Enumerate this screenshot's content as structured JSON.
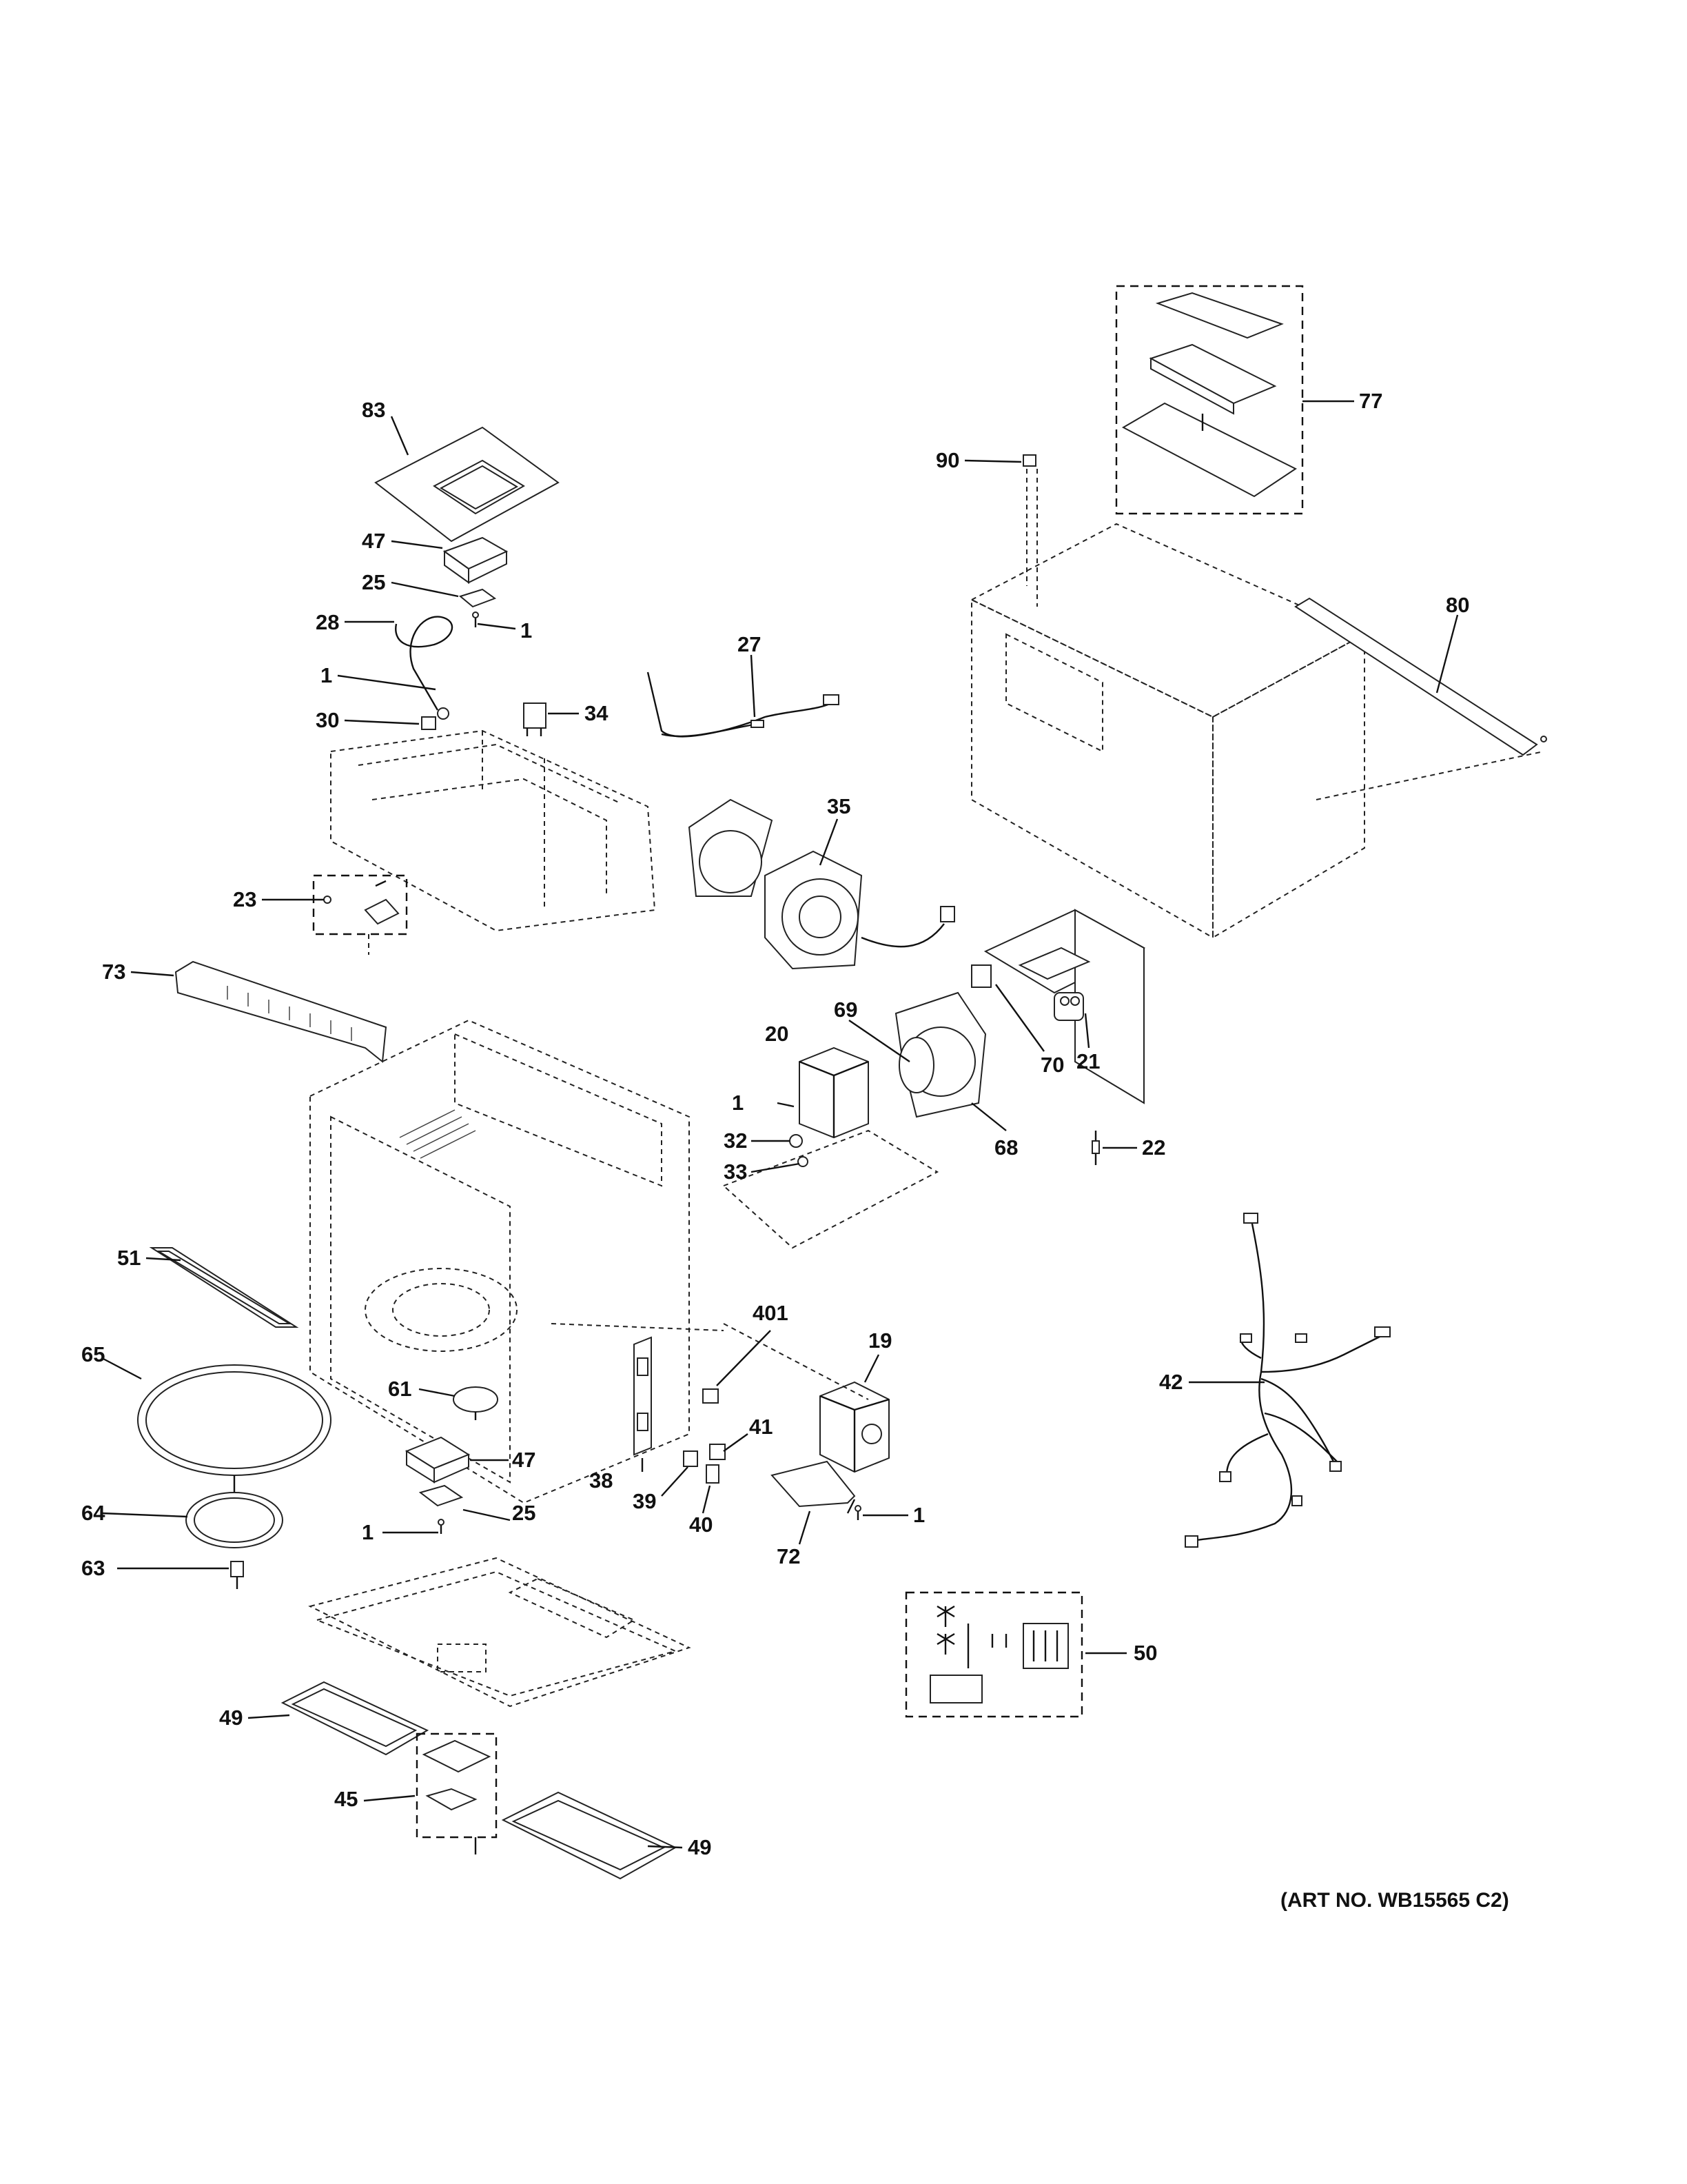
{
  "diagram": {
    "art_number": "(ART NO. WB15565 C2)",
    "callouts": [
      {
        "id": "c83",
        "text": "83"
      },
      {
        "id": "c47a",
        "text": "47"
      },
      {
        "id": "c25a",
        "text": "25"
      },
      {
        "id": "c1a",
        "text": "1"
      },
      {
        "id": "c28",
        "text": "28"
      },
      {
        "id": "c1b",
        "text": "1"
      },
      {
        "id": "c30",
        "text": "30"
      },
      {
        "id": "c34",
        "text": "34"
      },
      {
        "id": "c27",
        "text": "27"
      },
      {
        "id": "c35",
        "text": "35"
      },
      {
        "id": "c23",
        "text": "23"
      },
      {
        "id": "c73",
        "text": "73"
      },
      {
        "id": "c90",
        "text": "90"
      },
      {
        "id": "c77",
        "text": "77"
      },
      {
        "id": "c80",
        "text": "80"
      },
      {
        "id": "c69",
        "text": "69"
      },
      {
        "id": "c20",
        "text": "20"
      },
      {
        "id": "c1c",
        "text": "1"
      },
      {
        "id": "c32",
        "text": "32"
      },
      {
        "id": "c33",
        "text": "33"
      },
      {
        "id": "c70",
        "text": "70"
      },
      {
        "id": "c21",
        "text": "21"
      },
      {
        "id": "c68",
        "text": "68"
      },
      {
        "id": "c22",
        "text": "22"
      },
      {
        "id": "c51",
        "text": "51"
      },
      {
        "id": "c65",
        "text": "65"
      },
      {
        "id": "c61",
        "text": "61"
      },
      {
        "id": "c401",
        "text": "401"
      },
      {
        "id": "c19",
        "text": "19"
      },
      {
        "id": "c42",
        "text": "42"
      },
      {
        "id": "c47b",
        "text": "47"
      },
      {
        "id": "c41",
        "text": "41"
      },
      {
        "id": "c38",
        "text": "38"
      },
      {
        "id": "c39",
        "text": "39"
      },
      {
        "id": "c64",
        "text": "64"
      },
      {
        "id": "c25b",
        "text": "25"
      },
      {
        "id": "c40",
        "text": "40"
      },
      {
        "id": "c1d",
        "text": "1"
      },
      {
        "id": "c1e",
        "text": "1"
      },
      {
        "id": "c72",
        "text": "72"
      },
      {
        "id": "c63",
        "text": "63"
      },
      {
        "id": "c50",
        "text": "50"
      },
      {
        "id": "c49a",
        "text": "49"
      },
      {
        "id": "c45",
        "text": "45"
      },
      {
        "id": "c49b",
        "text": "49"
      }
    ]
  }
}
